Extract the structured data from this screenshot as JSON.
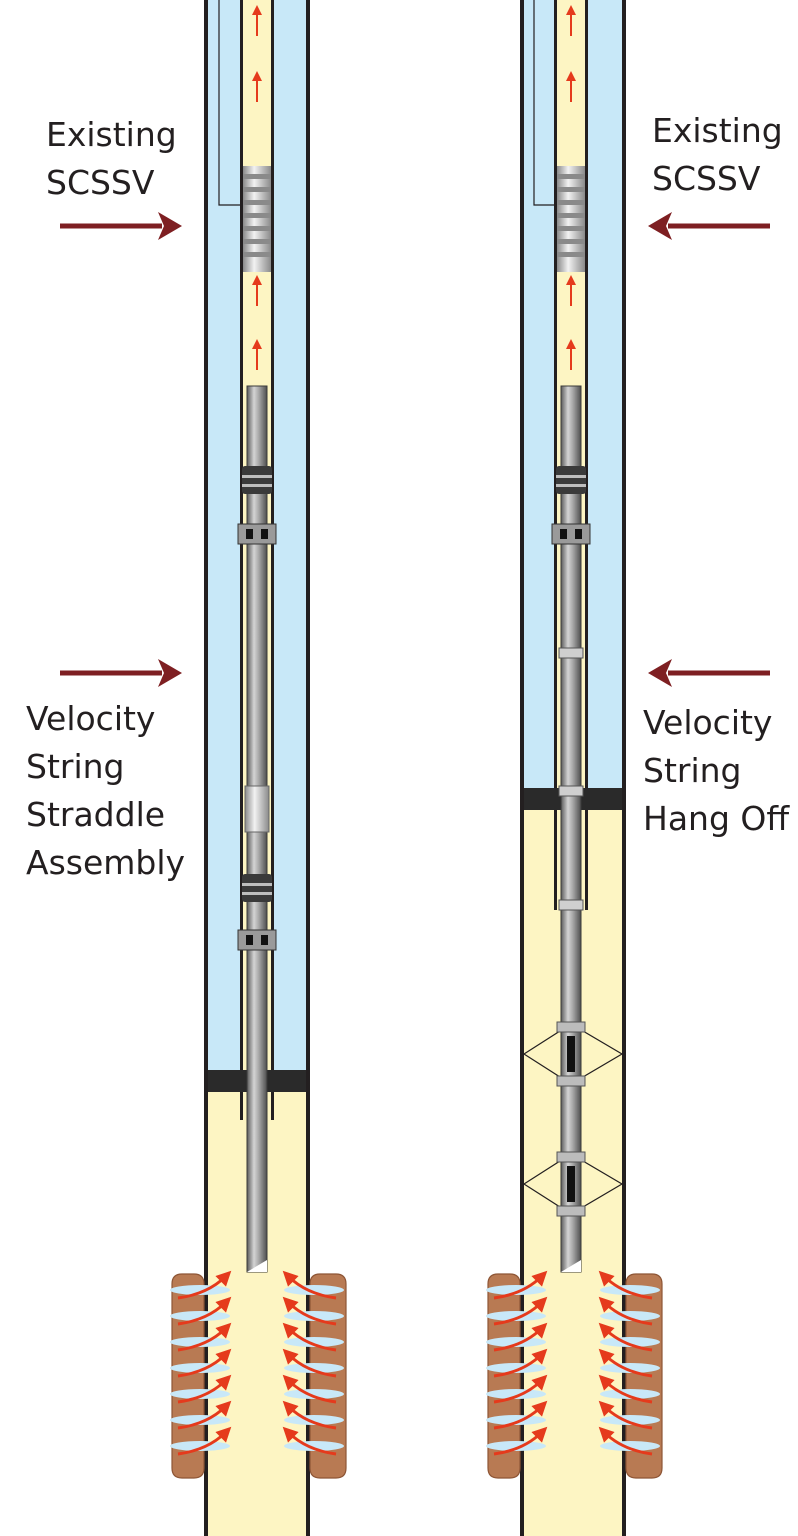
{
  "colors": {
    "casing_wall": "#231f20",
    "annulus": "#c8e8f8",
    "production_fluid": "#fdf5c3",
    "tubing_steel": "#8c8c8c",
    "packer": "#2a2a2a",
    "label_arrow": "#7e1f22",
    "flow_arrow": "#e53a1c",
    "formation": "#b87a53"
  },
  "left_assembly": {
    "labels": {
      "scssv": [
        "Existing",
        "SCSSV"
      ],
      "assembly": [
        "Velocity",
        "String",
        "Straddle",
        "Assembly"
      ]
    }
  },
  "right_assembly": {
    "labels": {
      "scssv": [
        "Existing",
        "SCSSV"
      ],
      "assembly": [
        "Velocity",
        "String",
        "Hang Off"
      ]
    }
  }
}
